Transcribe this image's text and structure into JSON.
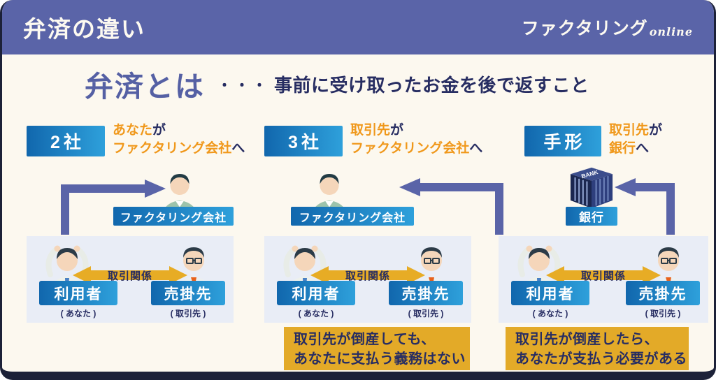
{
  "header": {
    "title": "弁済の違い",
    "logo_text": "ファクタリング",
    "logo_suffix": "online"
  },
  "definition": {
    "term": "弁済とは",
    "dots": "・・・",
    "text": "事前に受け取ったお金を後で返すこと"
  },
  "columns": [
    {
      "badge": "2社",
      "payer": "あなた",
      "payer_particle": "が",
      "payee": "ファクタリング会社",
      "payee_particle": "へ",
      "entity_label": "ファクタリング会社",
      "relation_label": "取引関係",
      "left_role": "利用者",
      "left_note": "( あなた )",
      "right_role": "売掛先",
      "right_note": "( 取引先 )"
    },
    {
      "badge": "3社",
      "payer": "取引先",
      "payer_particle": "が",
      "payee": "ファクタリング会社",
      "payee_particle": "へ",
      "entity_label": "ファクタリング会社",
      "relation_label": "取引関係",
      "left_role": "利用者",
      "left_note": "( あなた )",
      "right_role": "売掛先",
      "right_note": "( 取引先 )",
      "note_line1": "取引先が倒産しても、",
      "note_line2": "あなたに支払う義務はない"
    },
    {
      "badge": "手形",
      "payer": "取引先",
      "payer_particle": "が",
      "payee": "銀行",
      "payee_particle": "へ",
      "entity_label": "銀行",
      "bank_sign": "BANK",
      "relation_label": "取引関係",
      "left_role": "利用者",
      "left_note": "( あなた )",
      "right_role": "売掛先",
      "right_note": "( 取引先 )",
      "note_line1": "取引先が倒産したら、",
      "note_line2": "あなたが支払う必要がある"
    }
  ],
  "colors": {
    "header_band": "#5a64a8",
    "navy_text": "#272d62",
    "orange_text": "#f0981b",
    "blue_gradient_start": "#1167ad",
    "blue_gradient_end": "#2ea0db",
    "gold": "#e3aa28",
    "panel_bg": "#e9edf6",
    "background": "#fcf8ef"
  }
}
